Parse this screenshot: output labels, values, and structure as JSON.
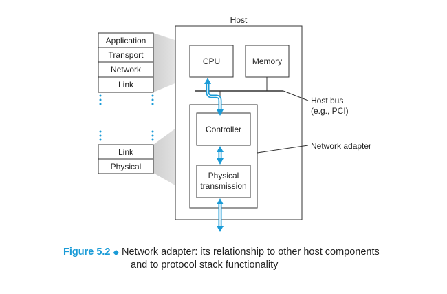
{
  "host": {
    "title": "Host"
  },
  "cpu": {
    "label": "CPU"
  },
  "memory": {
    "label": "Memory"
  },
  "controller": {
    "label": "Controller"
  },
  "physical_transmission": {
    "line1": "Physical",
    "line2": "transmission"
  },
  "callouts": {
    "host_bus": {
      "line1": "Host bus",
      "line2": "(e.g., PCI)"
    },
    "network_adapter": "Network adapter"
  },
  "upper_stack": [
    "Application",
    "Transport",
    "Network",
    "Link"
  ],
  "lower_stack": [
    "Link",
    "Physical"
  ],
  "colors": {
    "accent": "#1a9bd7",
    "stroke": "#333333",
    "shade": "#d9d9d9"
  },
  "caption": {
    "figure_label": "Figure 5.2",
    "separator_icon": "diamond-icon",
    "text_line1": "Network adapter: its relationship to other host components",
    "text_line2": "and to protocol stack functionality"
  }
}
